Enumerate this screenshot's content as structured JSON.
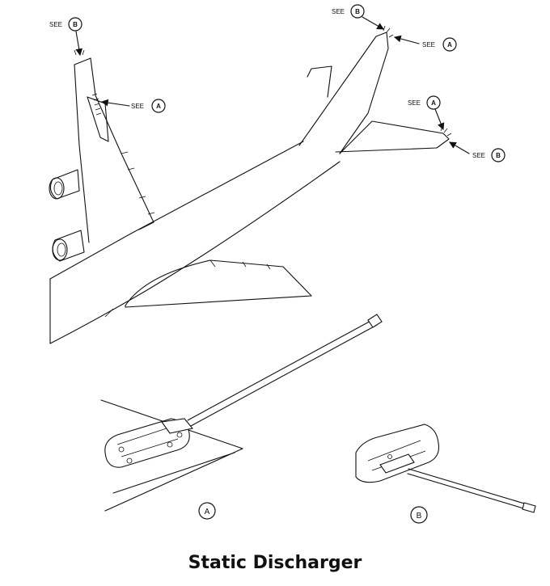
{
  "diagram": {
    "callouts": [
      {
        "see": "SEE",
        "ref": "B"
      },
      {
        "see": "SEE",
        "ref": "A"
      },
      {
        "see": "SEE",
        "ref": "B"
      },
      {
        "see": "SEE",
        "ref": "A"
      },
      {
        "see": "SEE",
        "ref": "A"
      },
      {
        "see": "SEE",
        "ref": "B"
      }
    ],
    "detail_a_label": "A",
    "detail_b_label": "B"
  },
  "caption": "Static Discharger"
}
